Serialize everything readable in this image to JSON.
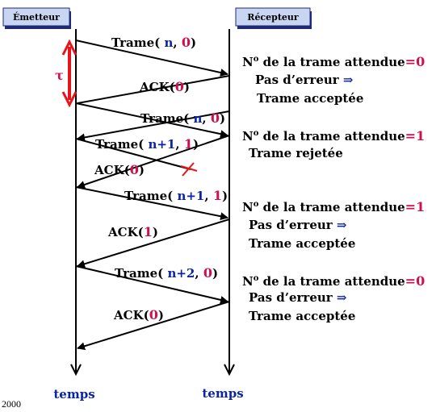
{
  "colors": {
    "blue": "#0b24a6",
    "magenta": "#d0104c",
    "red": "#e8141a",
    "header_fill": "#c9d6f2",
    "header_dark": "#1e2a78"
  },
  "headers": {
    "sender": "Émetteur",
    "receiver": "Récepteur"
  },
  "tau_label": "τ",
  "frames": [
    {
      "label": "Trame(",
      "seq": "n",
      "sep": ",",
      "bit": "0",
      "end": ")",
      "lost": false
    },
    {
      "label": "Trame(",
      "seq": "n",
      "sep": ",",
      "bit": "0",
      "end": ")",
      "lost": false
    },
    {
      "label": "Trame(",
      "seq": "n+1",
      "sep": ",",
      "bit": "1",
      "end": ")",
      "lost": false
    },
    {
      "label": "Trame(",
      "seq": "n+2",
      "sep": ",",
      "bit": "0",
      "end": ")",
      "lost": false
    }
  ],
  "acks": [
    {
      "label": "ACK(",
      "bit": "0",
      "end": ")",
      "lost": false
    },
    {
      "label": "Trame(",
      "seq": "n+1",
      "sep": ",",
      "bit": "1",
      "end": ")",
      "lost": true
    },
    {
      "label": "ACK(",
      "bit": "0",
      "end": ")",
      "lost": true
    },
    {
      "label": "ACK(",
      "bit": "1",
      "end": ")",
      "lost": false
    },
    {
      "label": "ACK(",
      "bit": "0",
      "end": ")",
      "lost": false
    }
  ],
  "notes": [
    {
      "prefix": "N",
      "sup": "o",
      "text": " de la trame attendue",
      "eq": "=",
      "value": "0",
      "line2": "Pas d’erreur",
      "arrow": "⇒",
      "line3": "Trame acceptée"
    },
    {
      "prefix": "N",
      "sup": "o",
      "text": " de la trame attendue",
      "eq": "=",
      "value": "1",
      "line2": "Trame rejetée",
      "arrow": "",
      "line3": ""
    },
    {
      "prefix": "N",
      "sup": "o",
      "text": " de la trame attendue",
      "eq": "=",
      "value": "1",
      "line2": "Pas d’erreur",
      "arrow": "⇒",
      "line3": "Trame acceptée"
    },
    {
      "prefix": "N",
      "sup": "o",
      "text": " de la trame attendue",
      "eq": "=",
      "value": "0",
      "line2": "Pas d’erreur",
      "arrow": "⇒",
      "line3": "Trame acceptée"
    }
  ],
  "axis_labels": {
    "sender": "temps",
    "receiver": "temps"
  },
  "footer": "2000"
}
